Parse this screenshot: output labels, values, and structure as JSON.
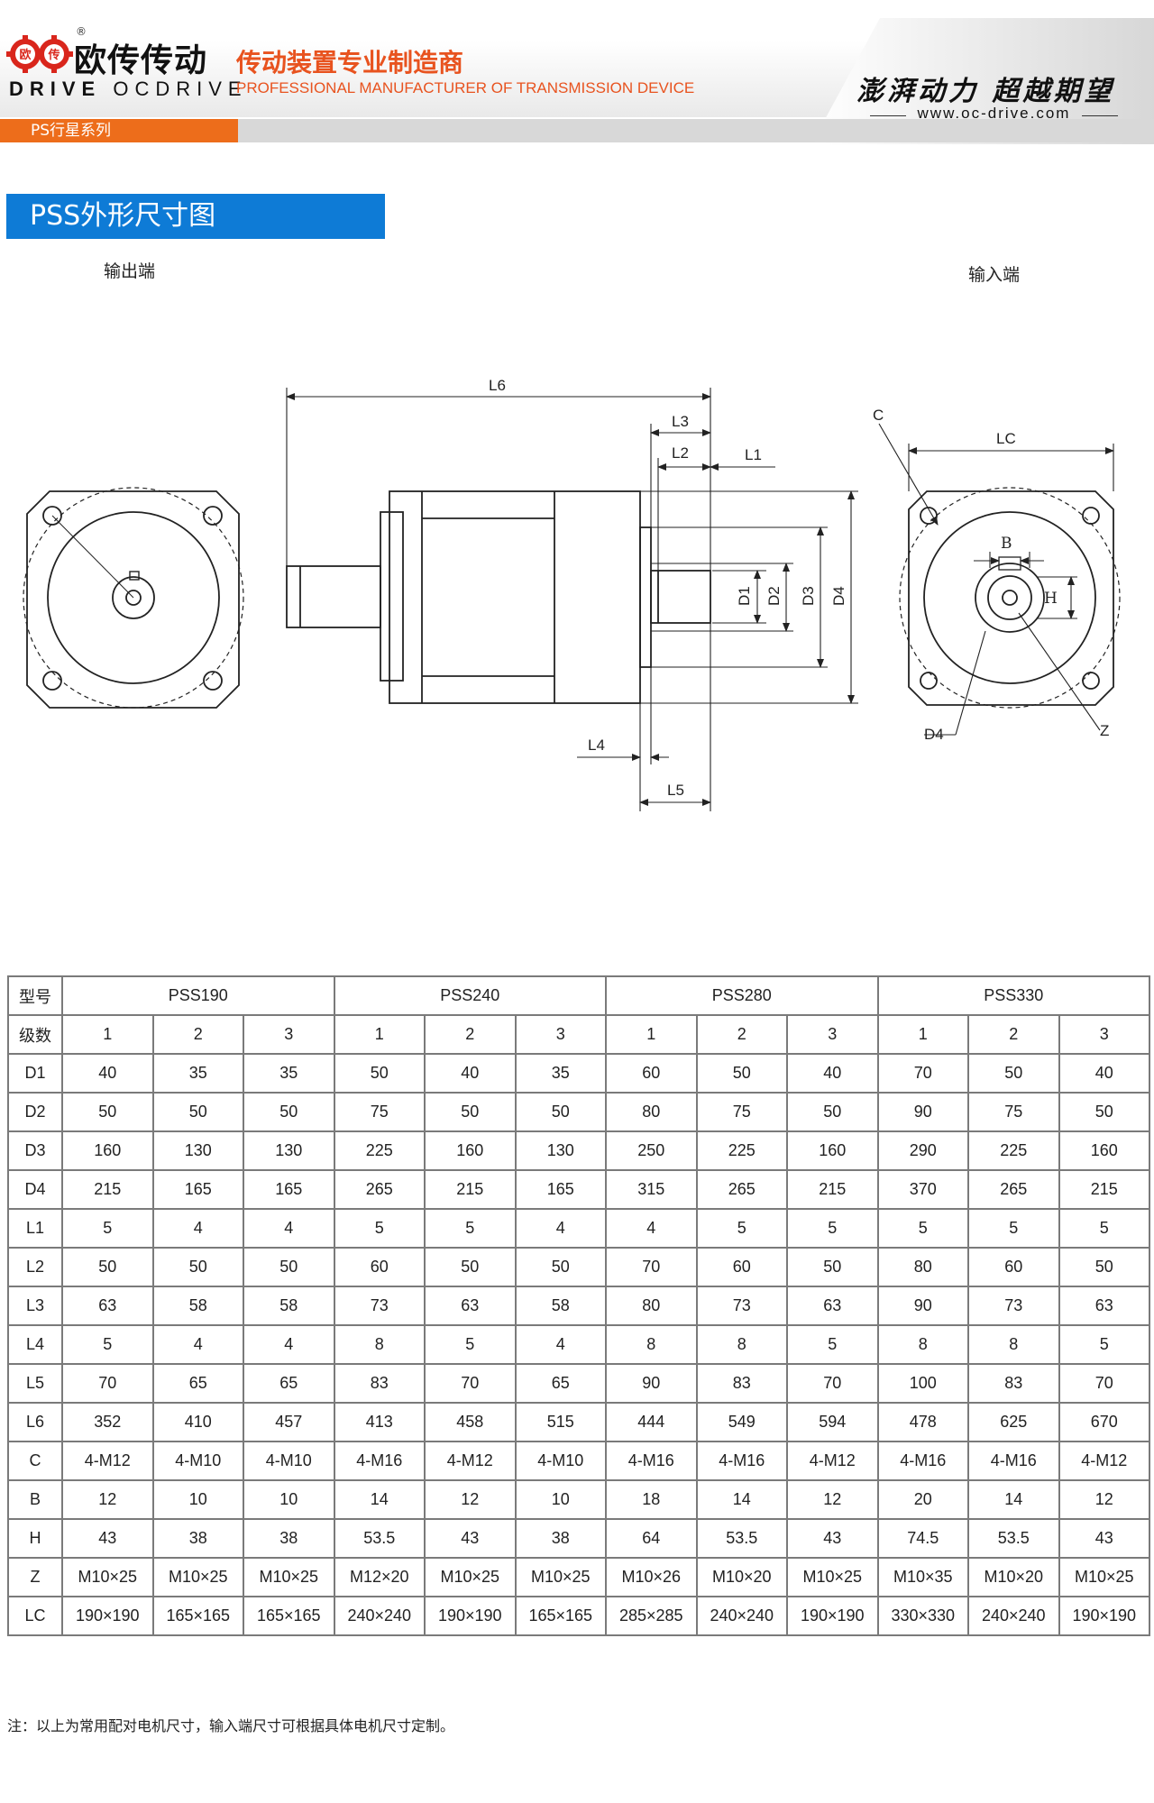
{
  "brand": {
    "name_cn": "欧传传动",
    "name_en_bold": "DRIVE",
    "name_en_rest": "OCDRIVE",
    "reg_mark": "®",
    "logo_glyph_top": "欧",
    "logo_glyph_bottom": "传"
  },
  "header": {
    "tagline_cn": "传动装置专业制造商",
    "tagline_en": "PROFESSIONAL MANUFACTURER OF TRANSMISSION DEVICE",
    "slogan": "澎湃动力 超越期望",
    "url": "www.oc-drive.com"
  },
  "series_tab": "PS行星系列",
  "section_title": "PSS外形尺寸图",
  "drawing": {
    "output_label": "输出端",
    "input_label": "输入端",
    "dims": {
      "L1": "L1",
      "L2": "L2",
      "L3": "L3",
      "L4": "L4",
      "L5": "L5",
      "L6": "L6",
      "D1": "D1",
      "D2": "D2",
      "D3": "D3",
      "D4": "D4",
      "D4b": "D4",
      "C": "C",
      "LC": "LC",
      "B": "B",
      "H": "H",
      "Z": "Z"
    }
  },
  "table": {
    "model_label": "型号",
    "stage_label": "级数",
    "models": [
      "PSS190",
      "PSS240",
      "PSS280",
      "PSS330"
    ],
    "stages": [
      "1",
      "2",
      "3"
    ],
    "rows": [
      {
        "label": "D1",
        "values": [
          "40",
          "35",
          "35",
          "50",
          "40",
          "35",
          "60",
          "50",
          "40",
          "70",
          "50",
          "40"
        ]
      },
      {
        "label": "D2",
        "values": [
          "50",
          "50",
          "50",
          "75",
          "50",
          "50",
          "80",
          "75",
          "50",
          "90",
          "75",
          "50"
        ]
      },
      {
        "label": "D3",
        "values": [
          "160",
          "130",
          "130",
          "225",
          "160",
          "130",
          "250",
          "225",
          "160",
          "290",
          "225",
          "160"
        ]
      },
      {
        "label": "D4",
        "values": [
          "215",
          "165",
          "165",
          "265",
          "215",
          "165",
          "315",
          "265",
          "215",
          "370",
          "265",
          "215"
        ]
      },
      {
        "label": "L1",
        "values": [
          "5",
          "4",
          "4",
          "5",
          "5",
          "4",
          "4",
          "5",
          "5",
          "5",
          "5",
          "5"
        ]
      },
      {
        "label": "L2",
        "values": [
          "50",
          "50",
          "50",
          "60",
          "50",
          "50",
          "70",
          "60",
          "50",
          "80",
          "60",
          "50"
        ]
      },
      {
        "label": "L3",
        "values": [
          "63",
          "58",
          "58",
          "73",
          "63",
          "58",
          "80",
          "73",
          "63",
          "90",
          "73",
          "63"
        ]
      },
      {
        "label": "L4",
        "values": [
          "5",
          "4",
          "4",
          "8",
          "5",
          "4",
          "8",
          "8",
          "5",
          "8",
          "8",
          "5"
        ]
      },
      {
        "label": "L5",
        "values": [
          "70",
          "65",
          "65",
          "83",
          "70",
          "65",
          "90",
          "83",
          "70",
          "100",
          "83",
          "70"
        ]
      },
      {
        "label": "L6",
        "values": [
          "352",
          "410",
          "457",
          "413",
          "458",
          "515",
          "444",
          "549",
          "594",
          "478",
          "625",
          "670"
        ]
      },
      {
        "label": "C",
        "values": [
          "4-M12",
          "4-M10",
          "4-M10",
          "4-M16",
          "4-M12",
          "4-M10",
          "4-M16",
          "4-M16",
          "4-M12",
          "4-M16",
          "4-M16",
          "4-M12"
        ]
      },
      {
        "label": "B",
        "values": [
          "12",
          "10",
          "10",
          "14",
          "12",
          "10",
          "18",
          "14",
          "12",
          "20",
          "14",
          "12"
        ]
      },
      {
        "label": "H",
        "values": [
          "43",
          "38",
          "38",
          "53.5",
          "43",
          "38",
          "64",
          "53.5",
          "43",
          "74.5",
          "53.5",
          "43"
        ]
      },
      {
        "label": "Z",
        "values": [
          "M10×25",
          "M10×25",
          "M10×25",
          "M12×20",
          "M10×25",
          "M10×25",
          "M10×26",
          "M10×20",
          "M10×25",
          "M10×35",
          "M10×20",
          "M10×25"
        ]
      },
      {
        "label": "LC",
        "values": [
          "190×190",
          "165×165",
          "165×165",
          "240×240",
          "190×190",
          "165×165",
          "285×285",
          "240×240",
          "190×190",
          "330×330",
          "240×240",
          "190×190"
        ]
      }
    ]
  },
  "note": "注：以上为常用配对电机尺寸，输入端尺寸可根据具体电机尺寸定制。",
  "colors": {
    "orange": "#ed6d1b",
    "blue": "#0e7bd6",
    "logo_red": "#d9261c"
  }
}
